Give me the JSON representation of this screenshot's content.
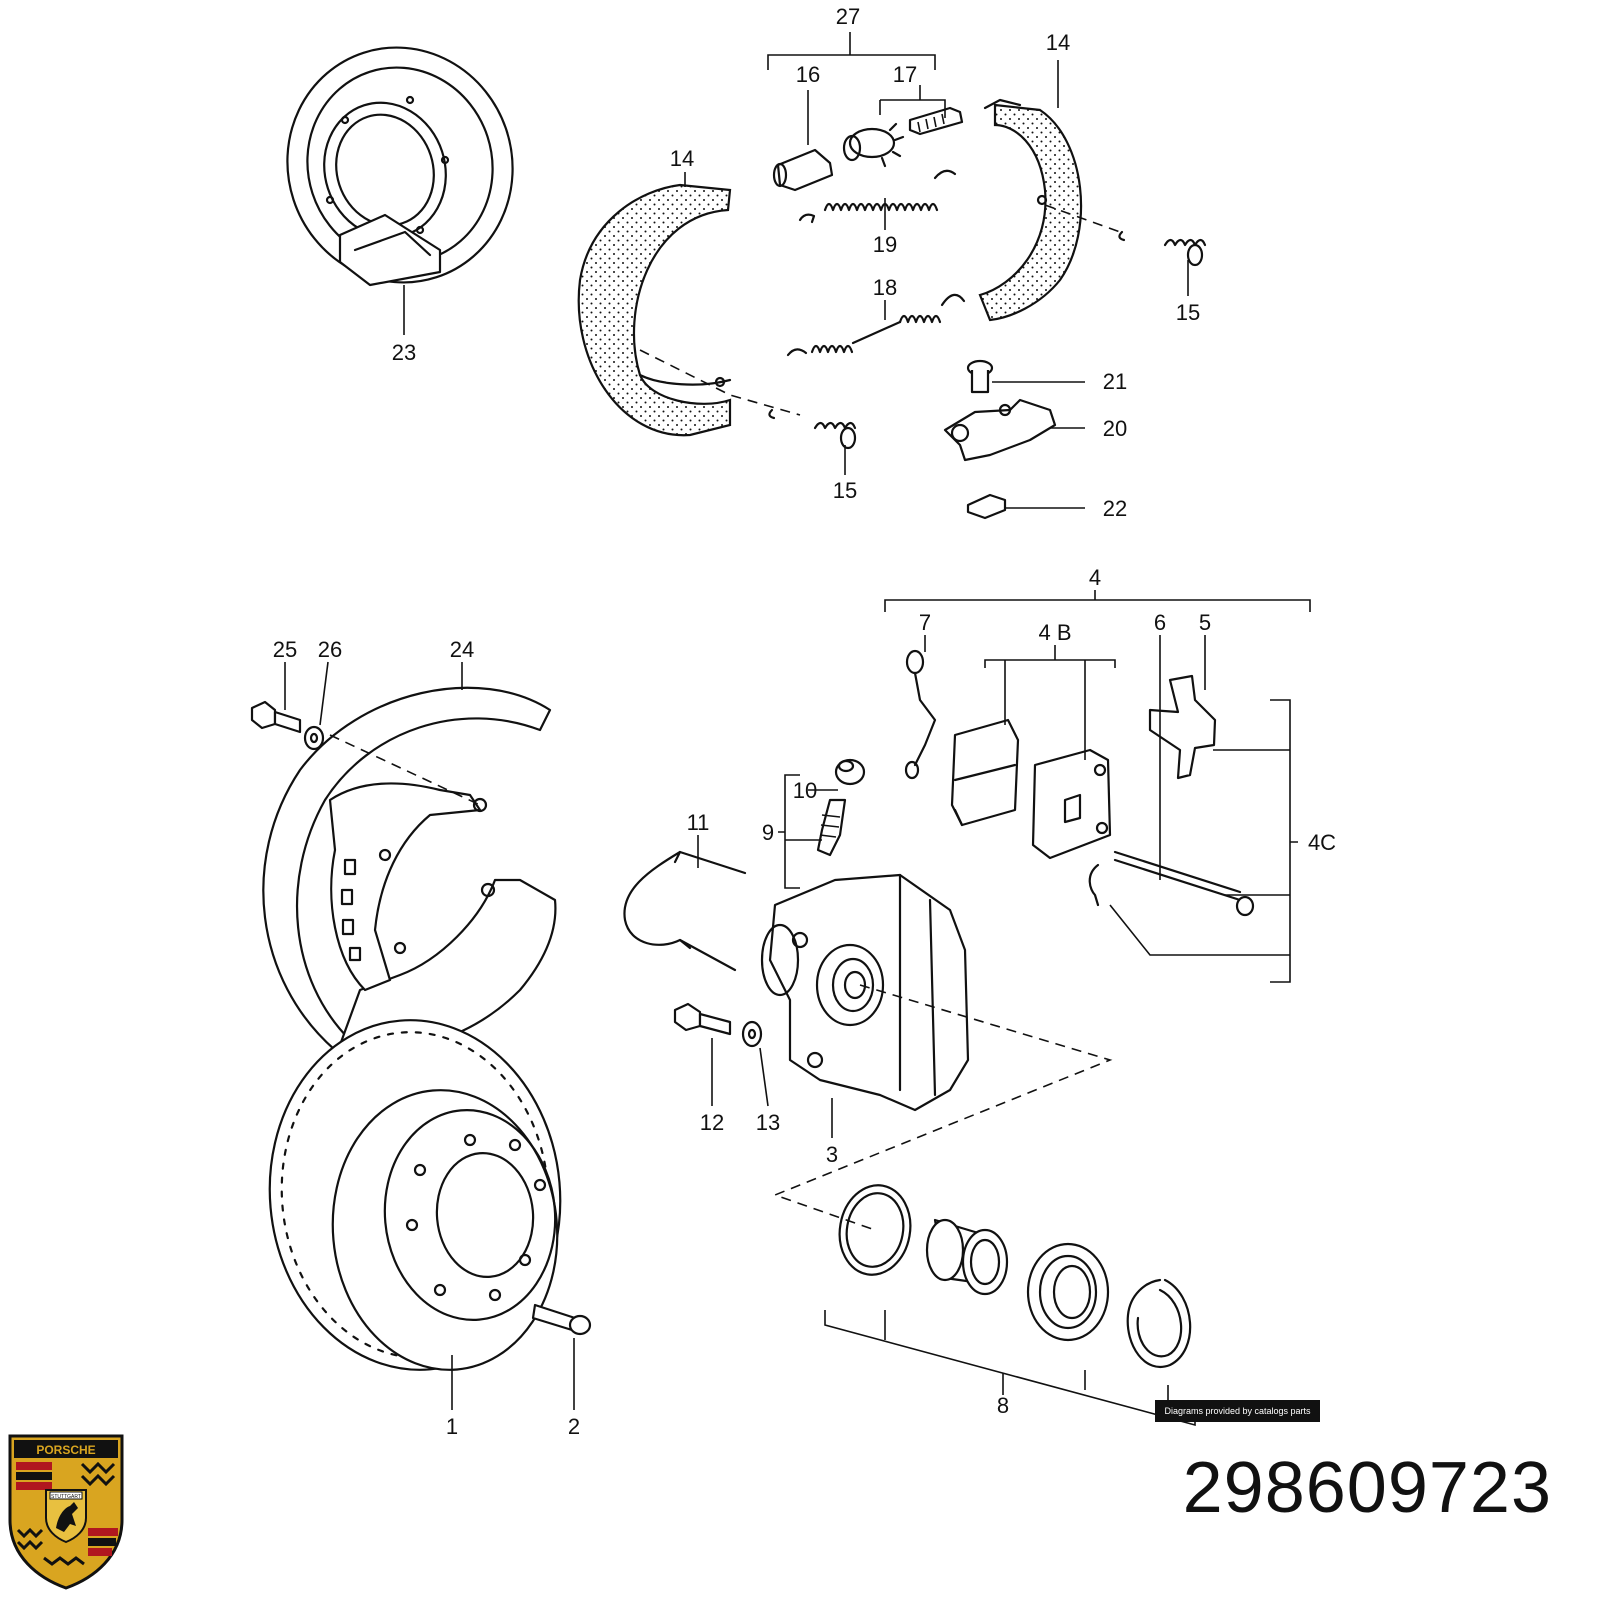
{
  "diagram": {
    "callouts": [
      "27",
      "16",
      "17",
      "14",
      "14",
      "19",
      "18",
      "15",
      "15",
      "21",
      "20",
      "22",
      "23",
      "4",
      "7",
      "4 B",
      "6",
      "5",
      "25",
      "26",
      "24",
      "10",
      "9",
      "11",
      "4C",
      "12",
      "13",
      "3",
      "1",
      "2",
      "8"
    ]
  },
  "footer": {
    "credit": "Diagrams provided by catalogs parts",
    "part_number": "298609723"
  },
  "brand": {
    "wordmark": "PORSCHE",
    "city": "STUTTGART",
    "colors": {
      "gold": "#d9a520",
      "red": "#b0171f",
      "black": "#111111"
    }
  }
}
